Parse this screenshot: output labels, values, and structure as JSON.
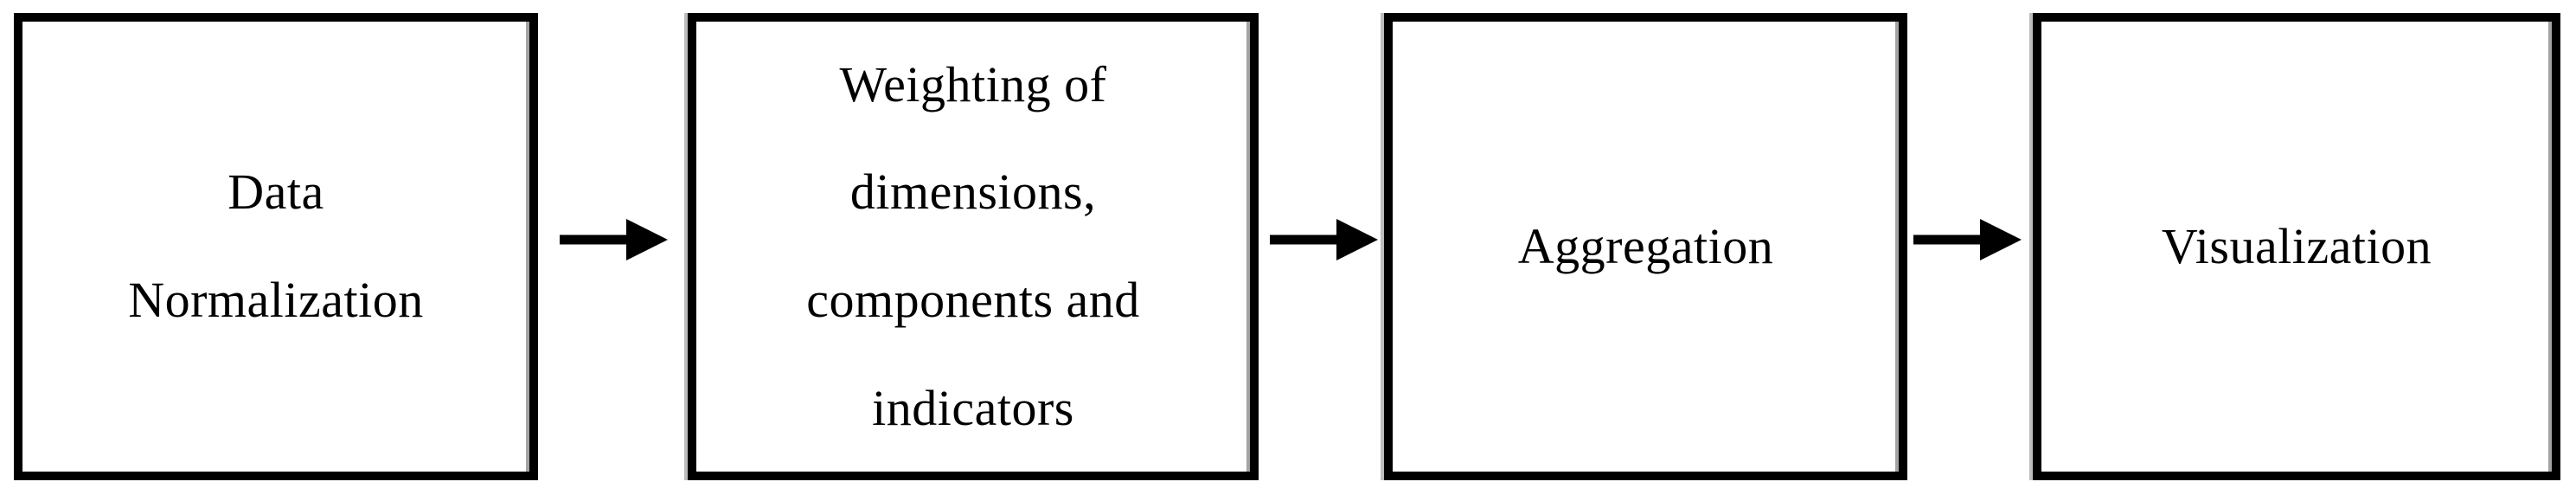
{
  "figure": {
    "background": "#ffffff",
    "box_border_color": "#000000",
    "text_color": "#000000",
    "arrow_color": "#000000",
    "steps": [
      {
        "id": "data-normalization",
        "lines": [
          "Data",
          "Normalization"
        ]
      },
      {
        "id": "weighting",
        "lines": [
          "Weighting of",
          "dimensions,",
          "components and",
          "indicators"
        ]
      },
      {
        "id": "aggregation",
        "lines": [
          "Aggregation"
        ]
      },
      {
        "id": "visualization",
        "lines": [
          "Visualization"
        ]
      }
    ]
  }
}
